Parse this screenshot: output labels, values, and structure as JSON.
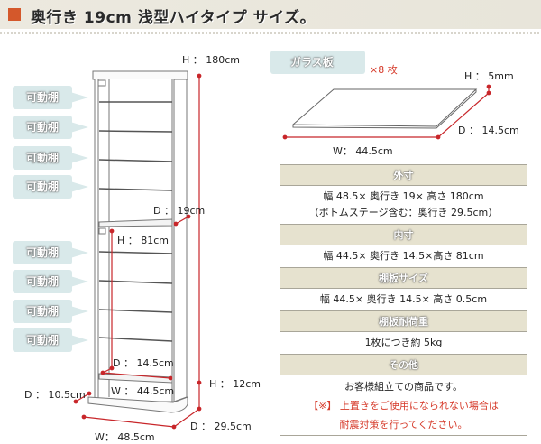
{
  "header": {
    "title": "奥行き 19cm  浅型ハイタイプ サイズ。",
    "accent_color": "#d4582b"
  },
  "diagram": {
    "shelf_label": "可動棚",
    "shelf_labels": [
      "可動棚",
      "可動棚",
      "可動棚",
      "可動棚",
      "可動棚",
      "可動棚",
      "可動棚",
      "可動棚"
    ],
    "dimensions": {
      "height_total": "H ： 180cm",
      "depth_top": "D ： 19cm",
      "height_inner": "H ： 81cm",
      "depth_inner": "D ： 14.5cm",
      "width_inner": "W ： 44.5cm",
      "height_base": "H ： 12cm",
      "depth_base_front": "D ： 10.5cm",
      "width_total": "W： 48.5cm",
      "depth_total": "D ： 29.5cm"
    },
    "dimension_line_color": "#c8262a"
  },
  "glass": {
    "label": "ガラス板",
    "count": "×8 枚",
    "height": "H ： 5mm",
    "depth": "D ： 14.5cm",
    "width": "W： 44.5cm"
  },
  "spec_table": {
    "sections": [
      {
        "header": "外寸",
        "lines": [
          "幅 48.5× 奥行き 19× 高さ 180cm",
          "（ボトムステージ含む：奥行き 29.5cm）"
        ]
      },
      {
        "header": "内寸",
        "lines": [
          "幅 44.5× 奥行き 14.5×高さ 81cm"
        ]
      },
      {
        "header": "棚板サイズ",
        "lines": [
          "幅 44.5× 奥行き 14.5× 高さ 0.5cm"
        ]
      },
      {
        "header": "棚板耐荷重",
        "lines": [
          "1枚につき約 5kg"
        ]
      },
      {
        "header": "その他",
        "lines": [
          "お客様組立ての商品です。"
        ],
        "warning": [
          "【※】 上置きをご使用になられない場合は",
          "耐震対策を行ってください。"
        ]
      }
    ]
  }
}
